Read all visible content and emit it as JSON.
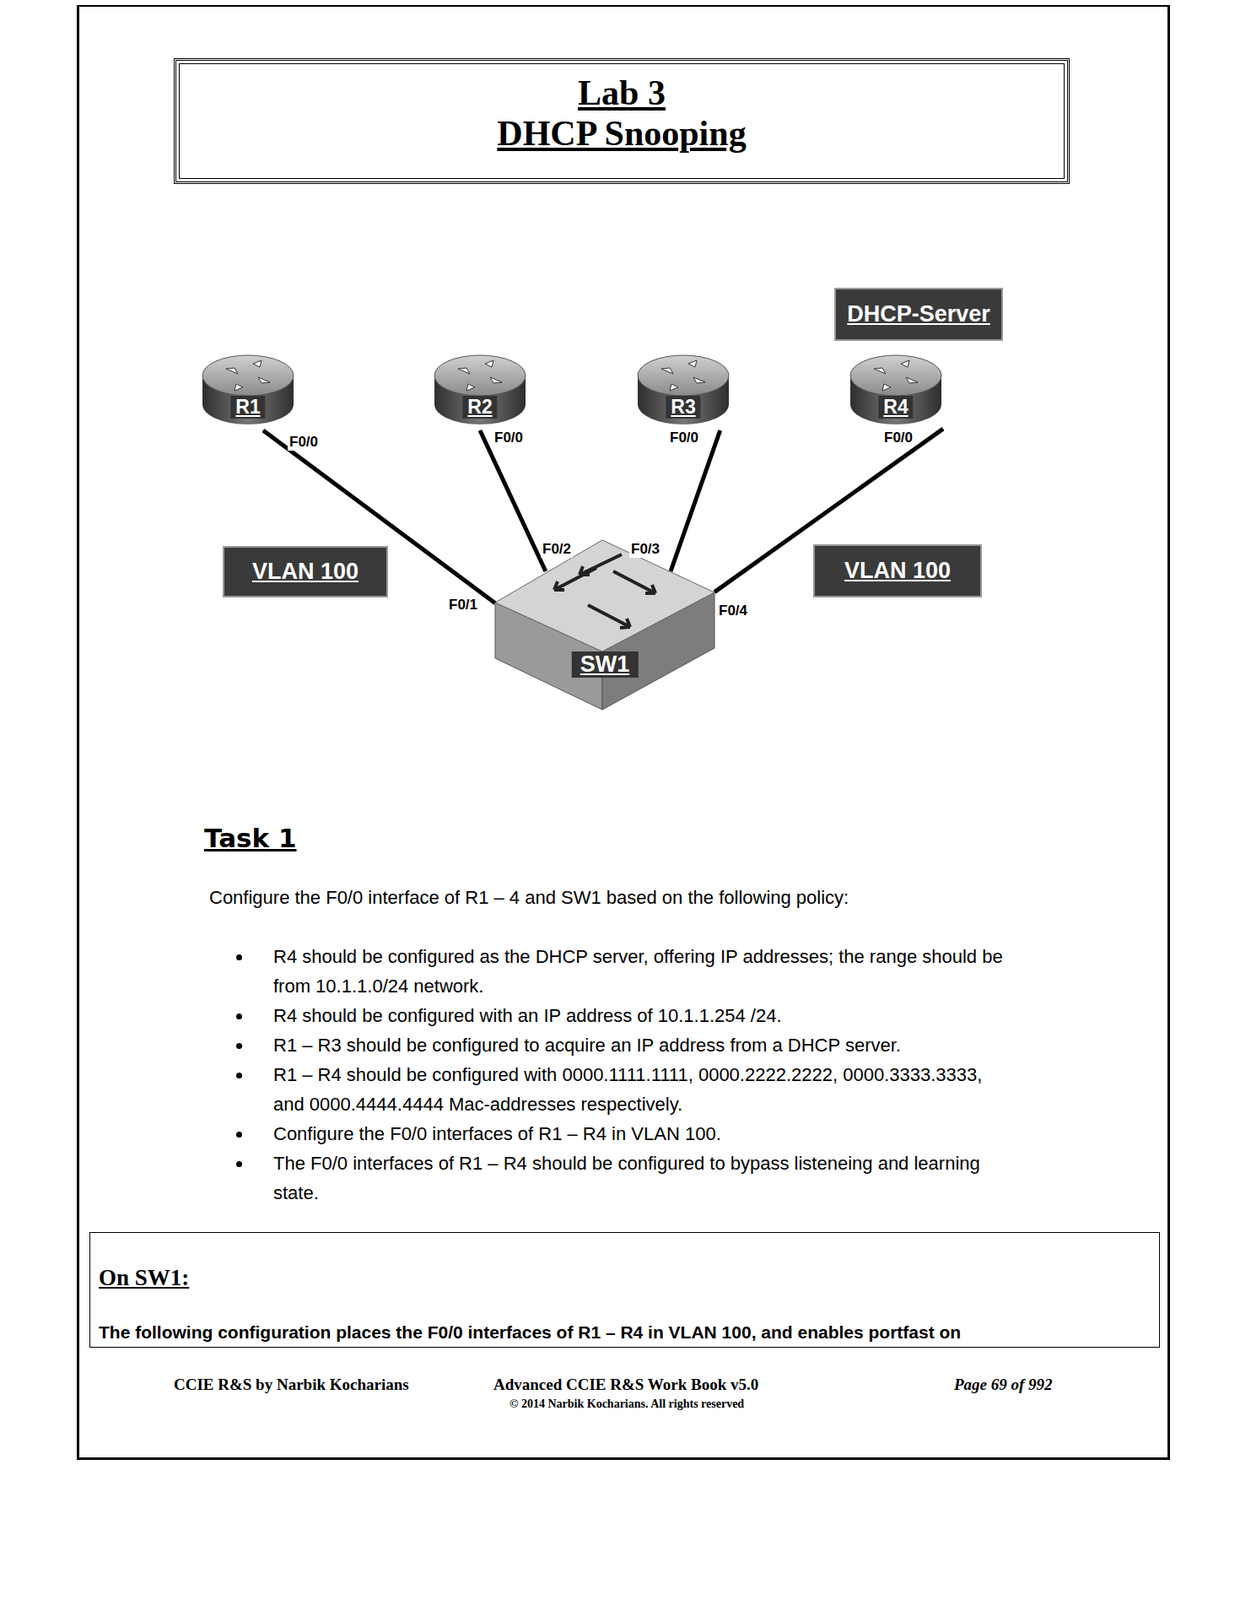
{
  "diagram": {
    "nodes": [
      {
        "text": [
          "Lab 3",
          "DHCP Snooping"
        ]
      },
      {
        "text": [
          "DHCP-Server"
        ]
      },
      {
        "text": [
          "R1"
        ]
      },
      {
        "text": [
          "R2"
        ]
      },
      {
        "text": [
          "R3"
        ]
      },
      {
        "text": [
          "R4"
        ]
      },
      {
        "text": [
          "VLAN 100"
        ]
      },
      {
        "text": [
          "SW1"
        ]
      },
      {
        "text": [
          "VLAN 100"
        ]
      },
      {
        "text": [
          "On SW1:",
          "The following configuration places the F0/0 interfaces of R1 – R4 in VLAN 100, and enables portfast on"
        ]
      }
    ],
    "edges": [
      {
        "from": 2,
        "to": 7,
        "arrow": "none"
      },
      {
        "from": 3,
        "to": 7,
        "arrow": "none"
      },
      {
        "from": 4,
        "to": 7,
        "arrow": "none"
      },
      {
        "from": 5,
        "to": 7,
        "arrow": "none"
      }
    ],
    "labels": [
      "F0/0",
      "F0/0",
      "F0/0",
      "F0/0",
      "F0/2",
      "F0/3",
      "F0/1",
      "F0/4",
      "Task 1",
      "Configure the F0/0 interface of R1 – 4 and SW1 based on the following policy:",
      "R4 should be configured as the DHCP server, offering IP addresses; the range should be from 10.1.1.0/24 network.",
      "R4 should be configured with an IP address of 10.1.1.254 /24.",
      "R1 – R3 should be configured to acquire an IP address from a DHCP server.",
      "R1 – R4 should be configured with 0000.1111.1111, 0000.2222.2222, 0000.3333.3333, and 0000.4444.4444 Mac-addresses respectively.",
      "Configure the F0/0 interfaces of R1 – R4 in VLAN 100.",
      "The F0/0 interfaces of R1 – R4 should be configured to bypass listeneing and learning state.",
      "CCIE R&S by Narbik Kocharians",
      "Advanced CCIE R&S Work Book v5.0",
      "© 2014 Narbik Kocharians. All rights reserved",
      "Page 69 of 992"
    ]
  }
}
